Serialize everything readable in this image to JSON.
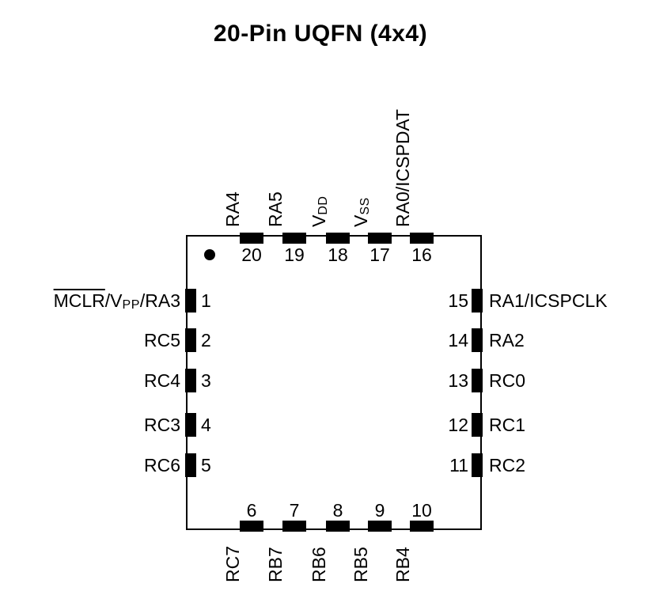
{
  "title": "20-Pin UQFN (4x4)",
  "package": {
    "pin_count": "20",
    "type": "UQFN",
    "size": "4x4"
  },
  "colors": {
    "ink": "#000000",
    "background": "#ffffff",
    "pad": "#000000"
  },
  "pins": {
    "top": [
      {
        "number": "20",
        "label": "RA4"
      },
      {
        "number": "19",
        "label": "RA5"
      },
      {
        "number": "18",
        "label": "VDD",
        "parts": {
          "main": "V",
          "sub": "DD"
        }
      },
      {
        "number": "17",
        "label": "VSS",
        "parts": {
          "main": "V",
          "sub": "SS"
        }
      },
      {
        "number": "16",
        "label": "RA0/ICSPDAT"
      }
    ],
    "left": [
      {
        "number": "1",
        "label": "MCLR/VPP/RA3",
        "parts": {
          "overlined": "MCLR",
          "seg_a": "/V",
          "sub_a": "PP",
          "seg_b": "/RA3"
        }
      },
      {
        "number": "2",
        "label": "RC5"
      },
      {
        "number": "3",
        "label": "RC4"
      },
      {
        "number": "4",
        "label": "RC3"
      },
      {
        "number": "5",
        "label": "RC6"
      }
    ],
    "right": [
      {
        "number": "15",
        "label": "RA1/ICSPCLK"
      },
      {
        "number": "14",
        "label": "RA2"
      },
      {
        "number": "13",
        "label": "RC0"
      },
      {
        "number": "12",
        "label": "RC1"
      },
      {
        "number": "11",
        "label": "RC2"
      }
    ],
    "bottom": [
      {
        "number": "6",
        "label": "RC7"
      },
      {
        "number": "7",
        "label": "RB7"
      },
      {
        "number": "8",
        "label": "RB6"
      },
      {
        "number": "9",
        "label": "RB5"
      },
      {
        "number": "10",
        "label": "RB4"
      }
    ]
  }
}
